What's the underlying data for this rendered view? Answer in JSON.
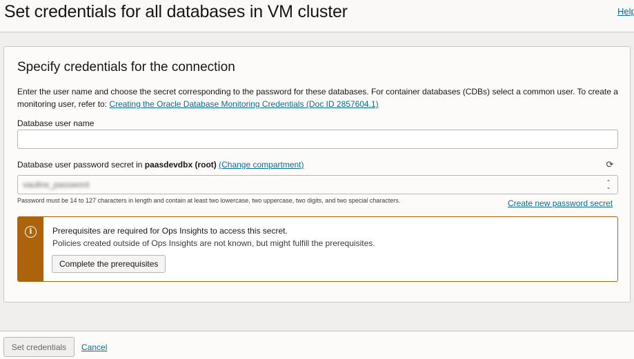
{
  "header": {
    "title": "Set credentials for all databases in VM cluster",
    "help_label": "Help"
  },
  "section": {
    "title": "Specify credentials for the connection",
    "intro_text": "Enter the user name and choose the secret corresponding to the password for these databases. For container databases (CDBs) select a common user. To create a monitoring user, refer to: ",
    "intro_link": "Creating the Oracle Database Monitoring Credentials (Doc ID 2857604.1)"
  },
  "username_field": {
    "label": "Database user name",
    "value": ""
  },
  "secret_field": {
    "label_prefix": "Database user password secret in ",
    "compartment": "paasdevdbx (root)",
    "change_compartment": "(Change compartment)",
    "selected_value": "vaultrw_password",
    "refresh_icon": "refresh-icon",
    "chevron_icon": "up-down-chevron-icon",
    "hint": "Password must be 14 to 127 characters in length and contain at least two lowercase, two uppercase, two digits, and two special characters.",
    "create_link": "Create new password secret"
  },
  "alert": {
    "icon": "info-icon",
    "title": "Prerequisites are required for Ops Insights to access this secret.",
    "description": "Policies created outside of Ops Insights are not known, but might fulfill the prerequisites.",
    "button_label": "Complete the prerequisites",
    "color": "#ac630c"
  },
  "footer": {
    "primary_label": "Set credentials",
    "cancel_label": "Cancel"
  },
  "colors": {
    "link": "#0b6b8f",
    "warning": "#ac630c",
    "page_bg": "#f1efed"
  }
}
